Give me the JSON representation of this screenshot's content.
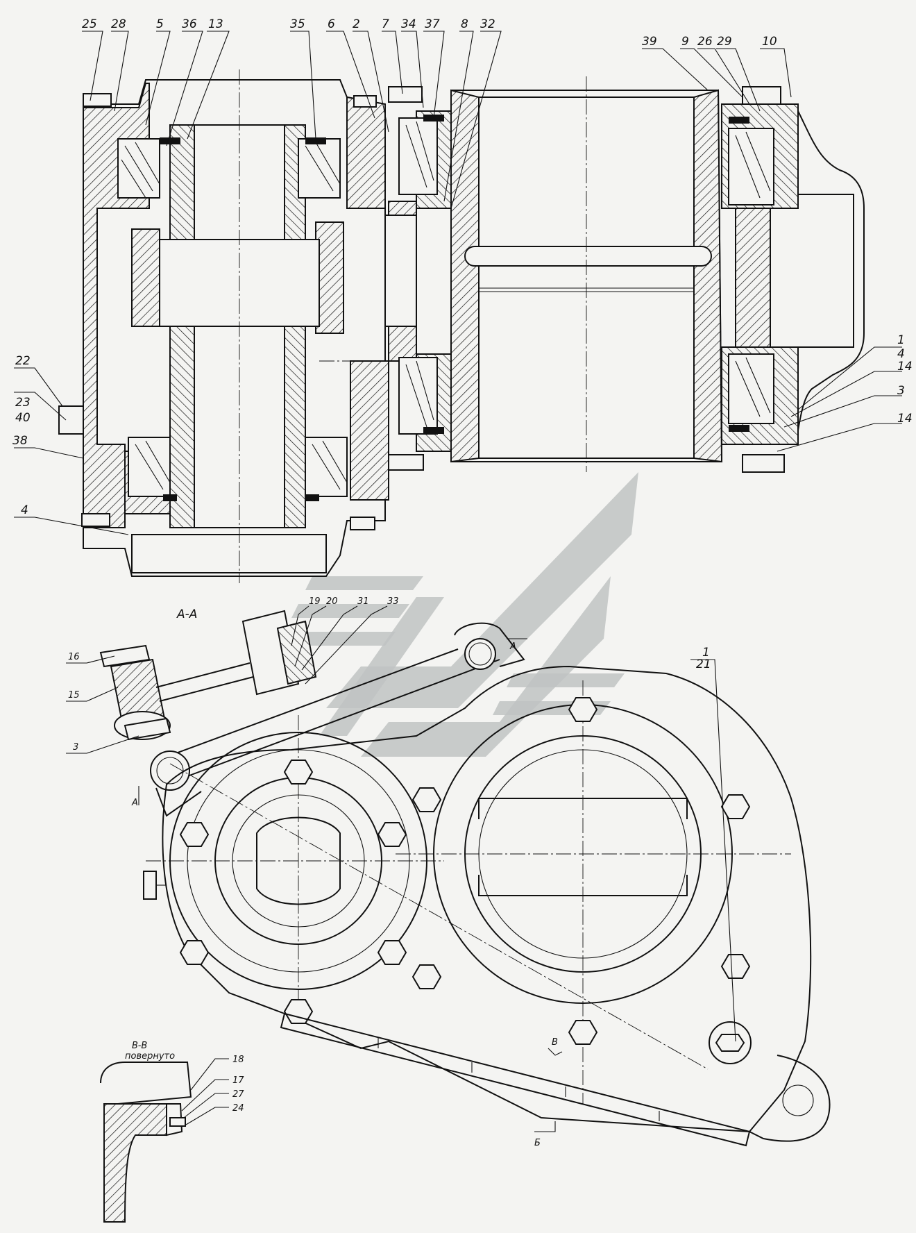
{
  "callouts_top_left": [
    "25",
    "28",
    "5",
    "36",
    "13"
  ],
  "callouts_top_mid": [
    "35",
    "6",
    "2",
    "7",
    "34",
    "37",
    "8",
    "32"
  ],
  "callouts_top_right": [
    "39",
    "9",
    "26",
    "29",
    "10"
  ],
  "callouts_left": [
    "22",
    "23",
    "40",
    "38",
    "4"
  ],
  "callouts_right_edge": [
    "1",
    "4",
    "14",
    "3",
    "14"
  ],
  "section_aa": {
    "title": "A-A",
    "callouts": [
      "16",
      "15",
      "3",
      "19",
      "20",
      "31",
      "33"
    ],
    "cut_marks": [
      "A",
      "A"
    ]
  },
  "front_view": {
    "callouts": [
      "1",
      "21"
    ],
    "cut_marks": [
      "B",
      "Б"
    ]
  },
  "section_bb": {
    "title": "B-B",
    "subtitle": "повернуто",
    "callouts": [
      "18",
      "17",
      "27",
      "24"
    ]
  },
  "watermark": {
    "name": "stylized-logo",
    "color": "#bfc3c3"
  }
}
